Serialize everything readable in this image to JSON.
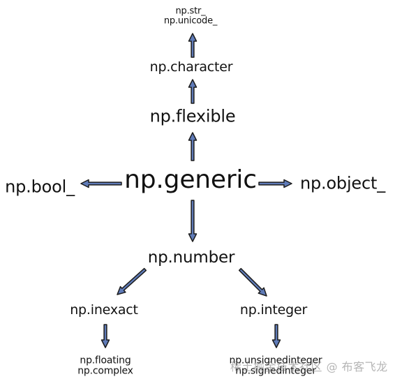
{
  "colors": {
    "arrow_fill": "#5f7bb8",
    "arrow_stroke": "#1c1c1c",
    "text": "#111111"
  },
  "nodes": {
    "generic": "np.generic",
    "flexible": "np.flexible",
    "character": "np.character",
    "str": [
      "np.str_",
      "np.unicode_"
    ],
    "bool": "np.bool_",
    "object": "np.object_",
    "number": "np.number",
    "inexact": "np.inexact",
    "integer": "np.integer",
    "floating": [
      "np.floating",
      "np.complex"
    ],
    "unsigned": [
      "np.unsignedinteger",
      "np.signedinteger"
    ]
  },
  "edges": [
    {
      "from": "generic",
      "to": "flexible"
    },
    {
      "from": "flexible",
      "to": "character"
    },
    {
      "from": "character",
      "to": "str"
    },
    {
      "from": "generic",
      "to": "bool"
    },
    {
      "from": "generic",
      "to": "object"
    },
    {
      "from": "generic",
      "to": "number"
    },
    {
      "from": "number",
      "to": "inexact"
    },
    {
      "from": "number",
      "to": "integer"
    },
    {
      "from": "inexact",
      "to": "floating"
    },
    {
      "from": "integer",
      "to": "unsigned"
    }
  ],
  "watermark": "稀土掘金技术社区 @ 布客飞龙"
}
